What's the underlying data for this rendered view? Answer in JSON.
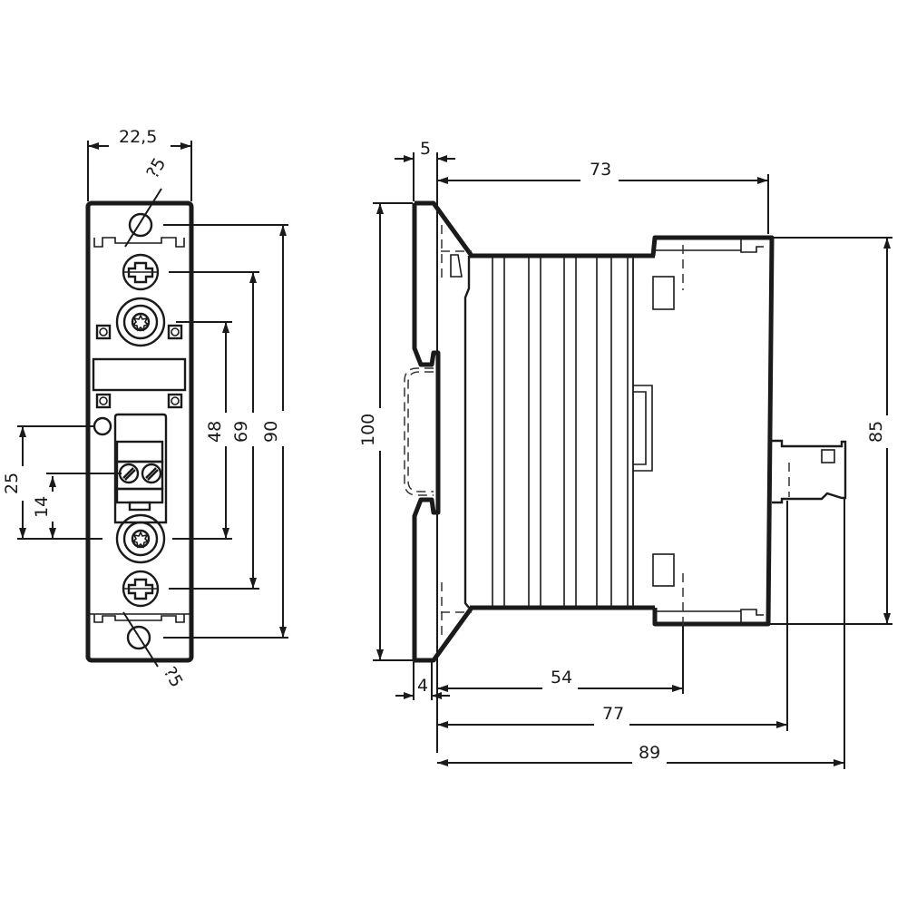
{
  "drawing": {
    "title": "Solid state relay DIN-rail housing dimensional drawing",
    "units": "mm",
    "line_color": "#1a1a1a",
    "background": "#ffffff"
  },
  "front_view": {
    "width_label": "22,5",
    "hole_top_label": "?5",
    "hole_bottom_label": "?5",
    "height_outer_label": "90",
    "height_screws_label": "69",
    "height_terminals_label": "48",
    "control_offset_label": "25",
    "control_screw_label": "14"
  },
  "side_view": {
    "rail_clip_label": "5",
    "depth_body_label": "73",
    "height_rail_label": "100",
    "height_body_label": "85",
    "foot_label": "4",
    "depth_54_label": "54",
    "depth_77_label": "77",
    "depth_89_label": "89"
  }
}
